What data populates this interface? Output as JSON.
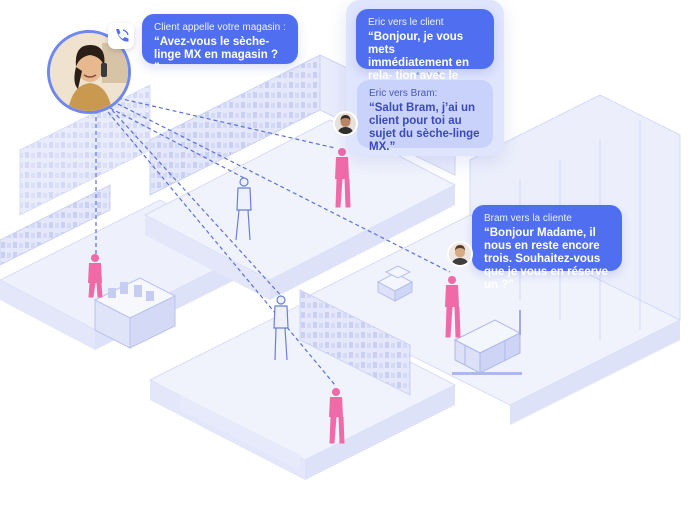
{
  "bubbles": {
    "client": {
      "who": "Client appelle votre magasin :",
      "msg": "“Avez-vous le sèche-linge MX en magasin ? ”"
    },
    "eric_client": {
      "who": "Eric vers le client",
      "msg": "“Bonjour, je vous mets immédiatement en rela- tion avec le bon collègue.”"
    },
    "eric_bram": {
      "who": "Eric vers Bram:",
      "msg": "“Salut Bram, j’ai un client pour toi au sujet du sèche-linge MX.”"
    },
    "bram_client": {
      "who": "Bram vers la cliente",
      "msg": "“Bonjour Madame, il nous en reste encore trois. Souhaitez-vous que je vous en réserve un ?”"
    }
  },
  "icons": {
    "phone": "phone-icon",
    "people": [
      "customer-avatar",
      "eric-avatar",
      "bram-avatar"
    ]
  },
  "colors": {
    "accent": "#4f6ff0",
    "staff": "#f06aa8",
    "floor": "#eef0fb",
    "line": "#5b6fe0",
    "soft_panel": "#dfe5fd"
  }
}
